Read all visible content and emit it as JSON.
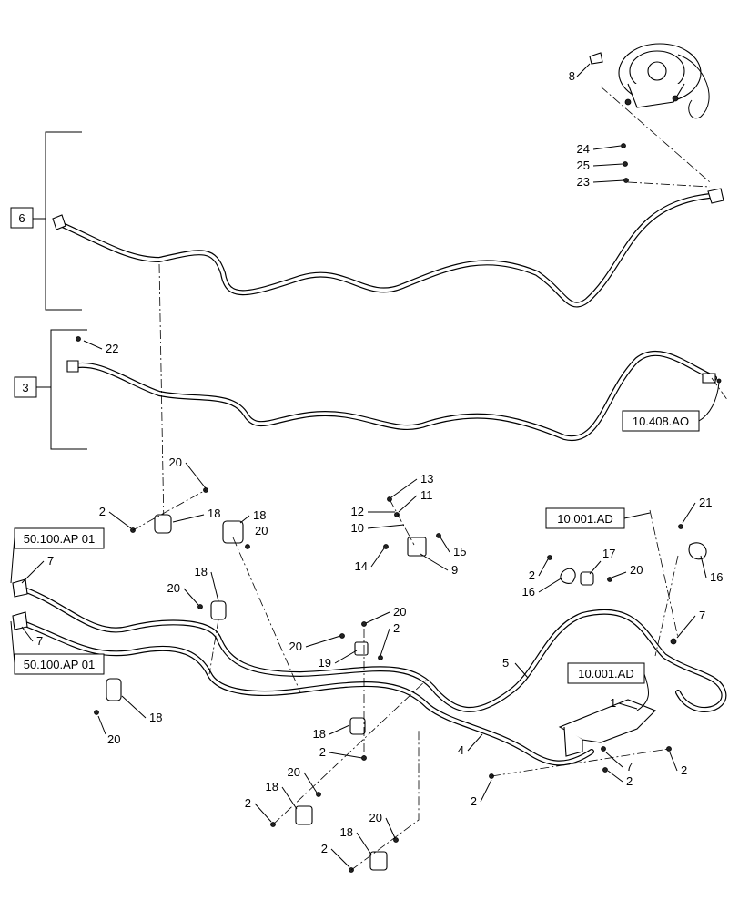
{
  "callouts": {
    "c8": "8",
    "c24": "24",
    "c25": "25",
    "c23": "23",
    "c22": "22",
    "c20a": "20",
    "c2a": "2",
    "c18a": "18",
    "c18b": "18",
    "c20b": "20",
    "c13": "13",
    "c12": "12",
    "c11": "11",
    "c10": "10",
    "c14": "14",
    "c15": "15",
    "c9": "9",
    "c21": "21",
    "c16a": "16",
    "c17": "17",
    "c2b": "2",
    "c20c": "20",
    "c16b": "16",
    "c7a": "7",
    "c7b": "7",
    "c7c": "7",
    "c20d": "20",
    "c18c": "18",
    "c20e": "20",
    "c2c": "2",
    "c20f": "20",
    "c19": "19",
    "c5": "5",
    "c1": "1",
    "c4": "4",
    "c18d": "18",
    "c20g": "20",
    "c18e": "18",
    "c2d": "2",
    "c20h": "20",
    "c18f": "18",
    "c2e": "2",
    "c20i": "20",
    "c18g": "18",
    "c2f": "2",
    "c2g": "2",
    "c2h": "2",
    "c2i": "2",
    "c7d": "7"
  },
  "assembly_labels": {
    "a6": "6",
    "a3": "3"
  },
  "references": {
    "r10408": "10.408.AO",
    "r10001a": "10.001.AD",
    "r10001b": "10.001.AD",
    "r50100a": "50.100.AP 01",
    "r50100b": "50.100.AP 01"
  }
}
